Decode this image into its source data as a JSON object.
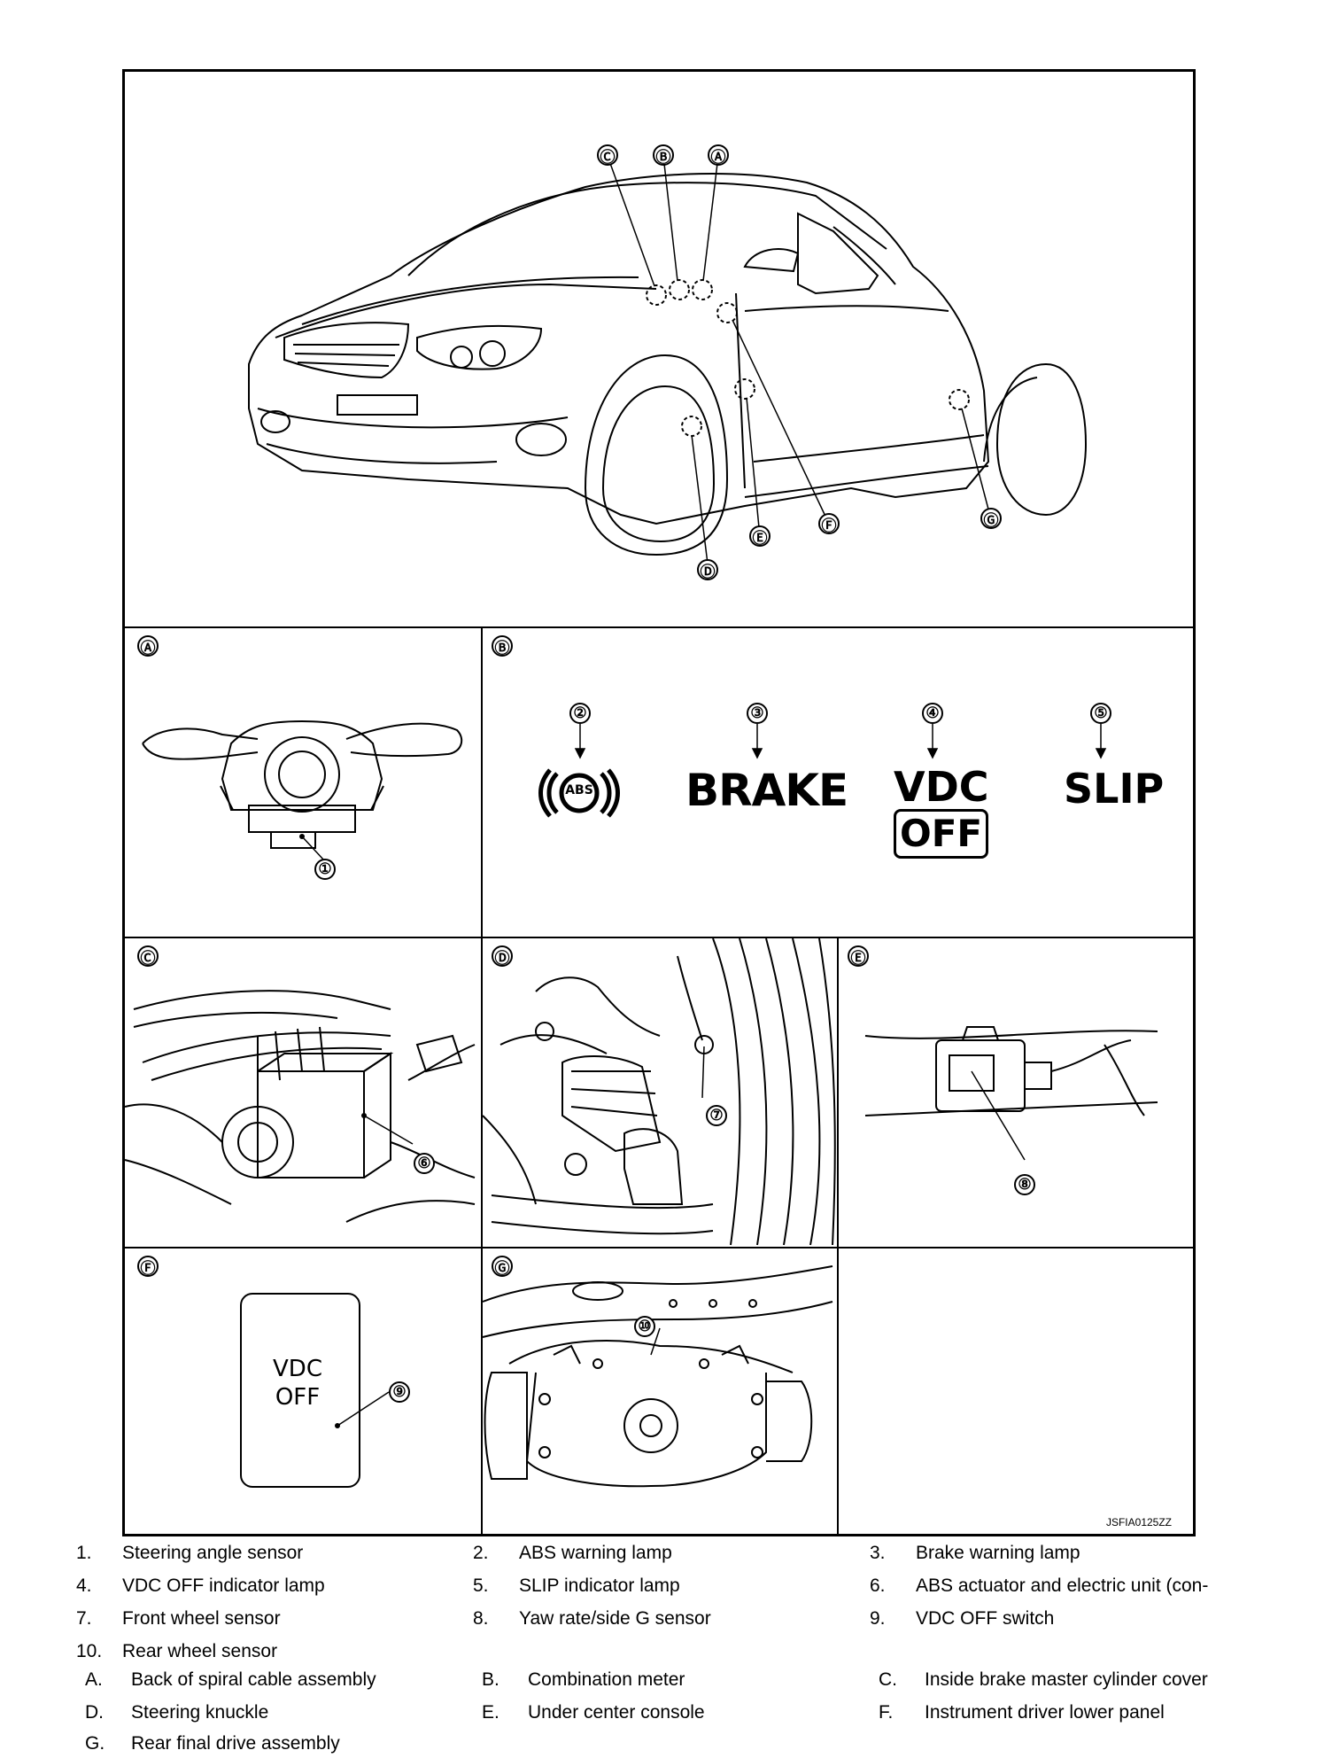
{
  "panels": {
    "A": "Ⓐ",
    "B": "Ⓑ",
    "C": "Ⓒ",
    "D": "Ⓓ",
    "E": "Ⓔ",
    "F": "Ⓕ",
    "G": "Ⓖ"
  },
  "callouts": [
    "①",
    "②",
    "③",
    "④",
    "⑤",
    "⑥",
    "⑦",
    "⑧",
    "⑨",
    "⑩"
  ],
  "lamps": {
    "abs": "ABS",
    "brake": "BRAKE",
    "vdc": "VDC",
    "off": "OFF",
    "slip": "SLIP"
  },
  "switch": {
    "line1": "VDC",
    "line2": "OFF"
  },
  "figure_code": "JSFIA0125ZZ",
  "legend_numbered": [
    {
      "num": "1.",
      "text": "Steering angle sensor"
    },
    {
      "num": "2.",
      "text": "ABS warning lamp"
    },
    {
      "num": "3.",
      "text": "Brake warning lamp"
    },
    {
      "num": "4.",
      "text": "VDC OFF indicator lamp"
    },
    {
      "num": "5.",
      "text": "SLIP indicator lamp"
    },
    {
      "num": "6.",
      "text": "ABS actuator and electric unit (con-"
    },
    {
      "num": "7.",
      "text": "Front wheel sensor"
    },
    {
      "num": "8.",
      "text": "Yaw rate/side G sensor"
    },
    {
      "num": "9.",
      "text": "VDC OFF switch"
    },
    {
      "num": "10.",
      "text": "Rear wheel sensor"
    }
  ],
  "legend_lettered": [
    {
      "num": "A.",
      "text": "Back of spiral cable assembly"
    },
    {
      "num": "B.",
      "text": "Combination meter"
    },
    {
      "num": "C.",
      "text": "Inside brake master cylinder cover"
    },
    {
      "num": "D.",
      "text": "Steering knuckle"
    },
    {
      "num": "E.",
      "text": "Under center console"
    },
    {
      "num": "F.",
      "text": "Instrument driver lower panel"
    },
    {
      "num": "G.",
      "text": "Rear final drive assembly"
    }
  ]
}
